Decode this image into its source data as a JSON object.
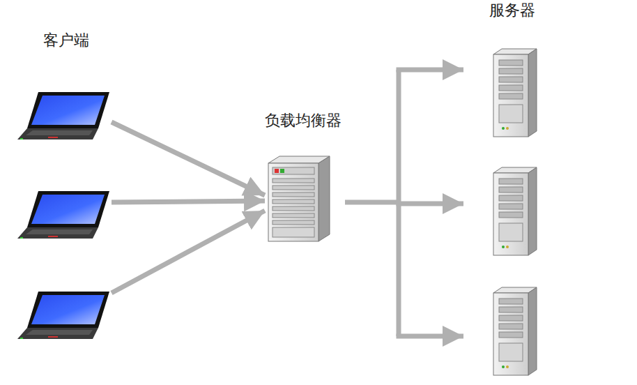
{
  "diagram": {
    "nodes": [
      {
        "text": [
          "客户端"
        ]
      },
      {
        "text": [
          "负载均衡器"
        ]
      },
      {
        "text": [
          "服务器"
        ]
      }
    ],
    "edges": [
      {
        "from": 0,
        "to": 1,
        "arrow": "to"
      },
      {
        "from": 1,
        "to": 2,
        "arrow": "to"
      }
    ]
  }
}
